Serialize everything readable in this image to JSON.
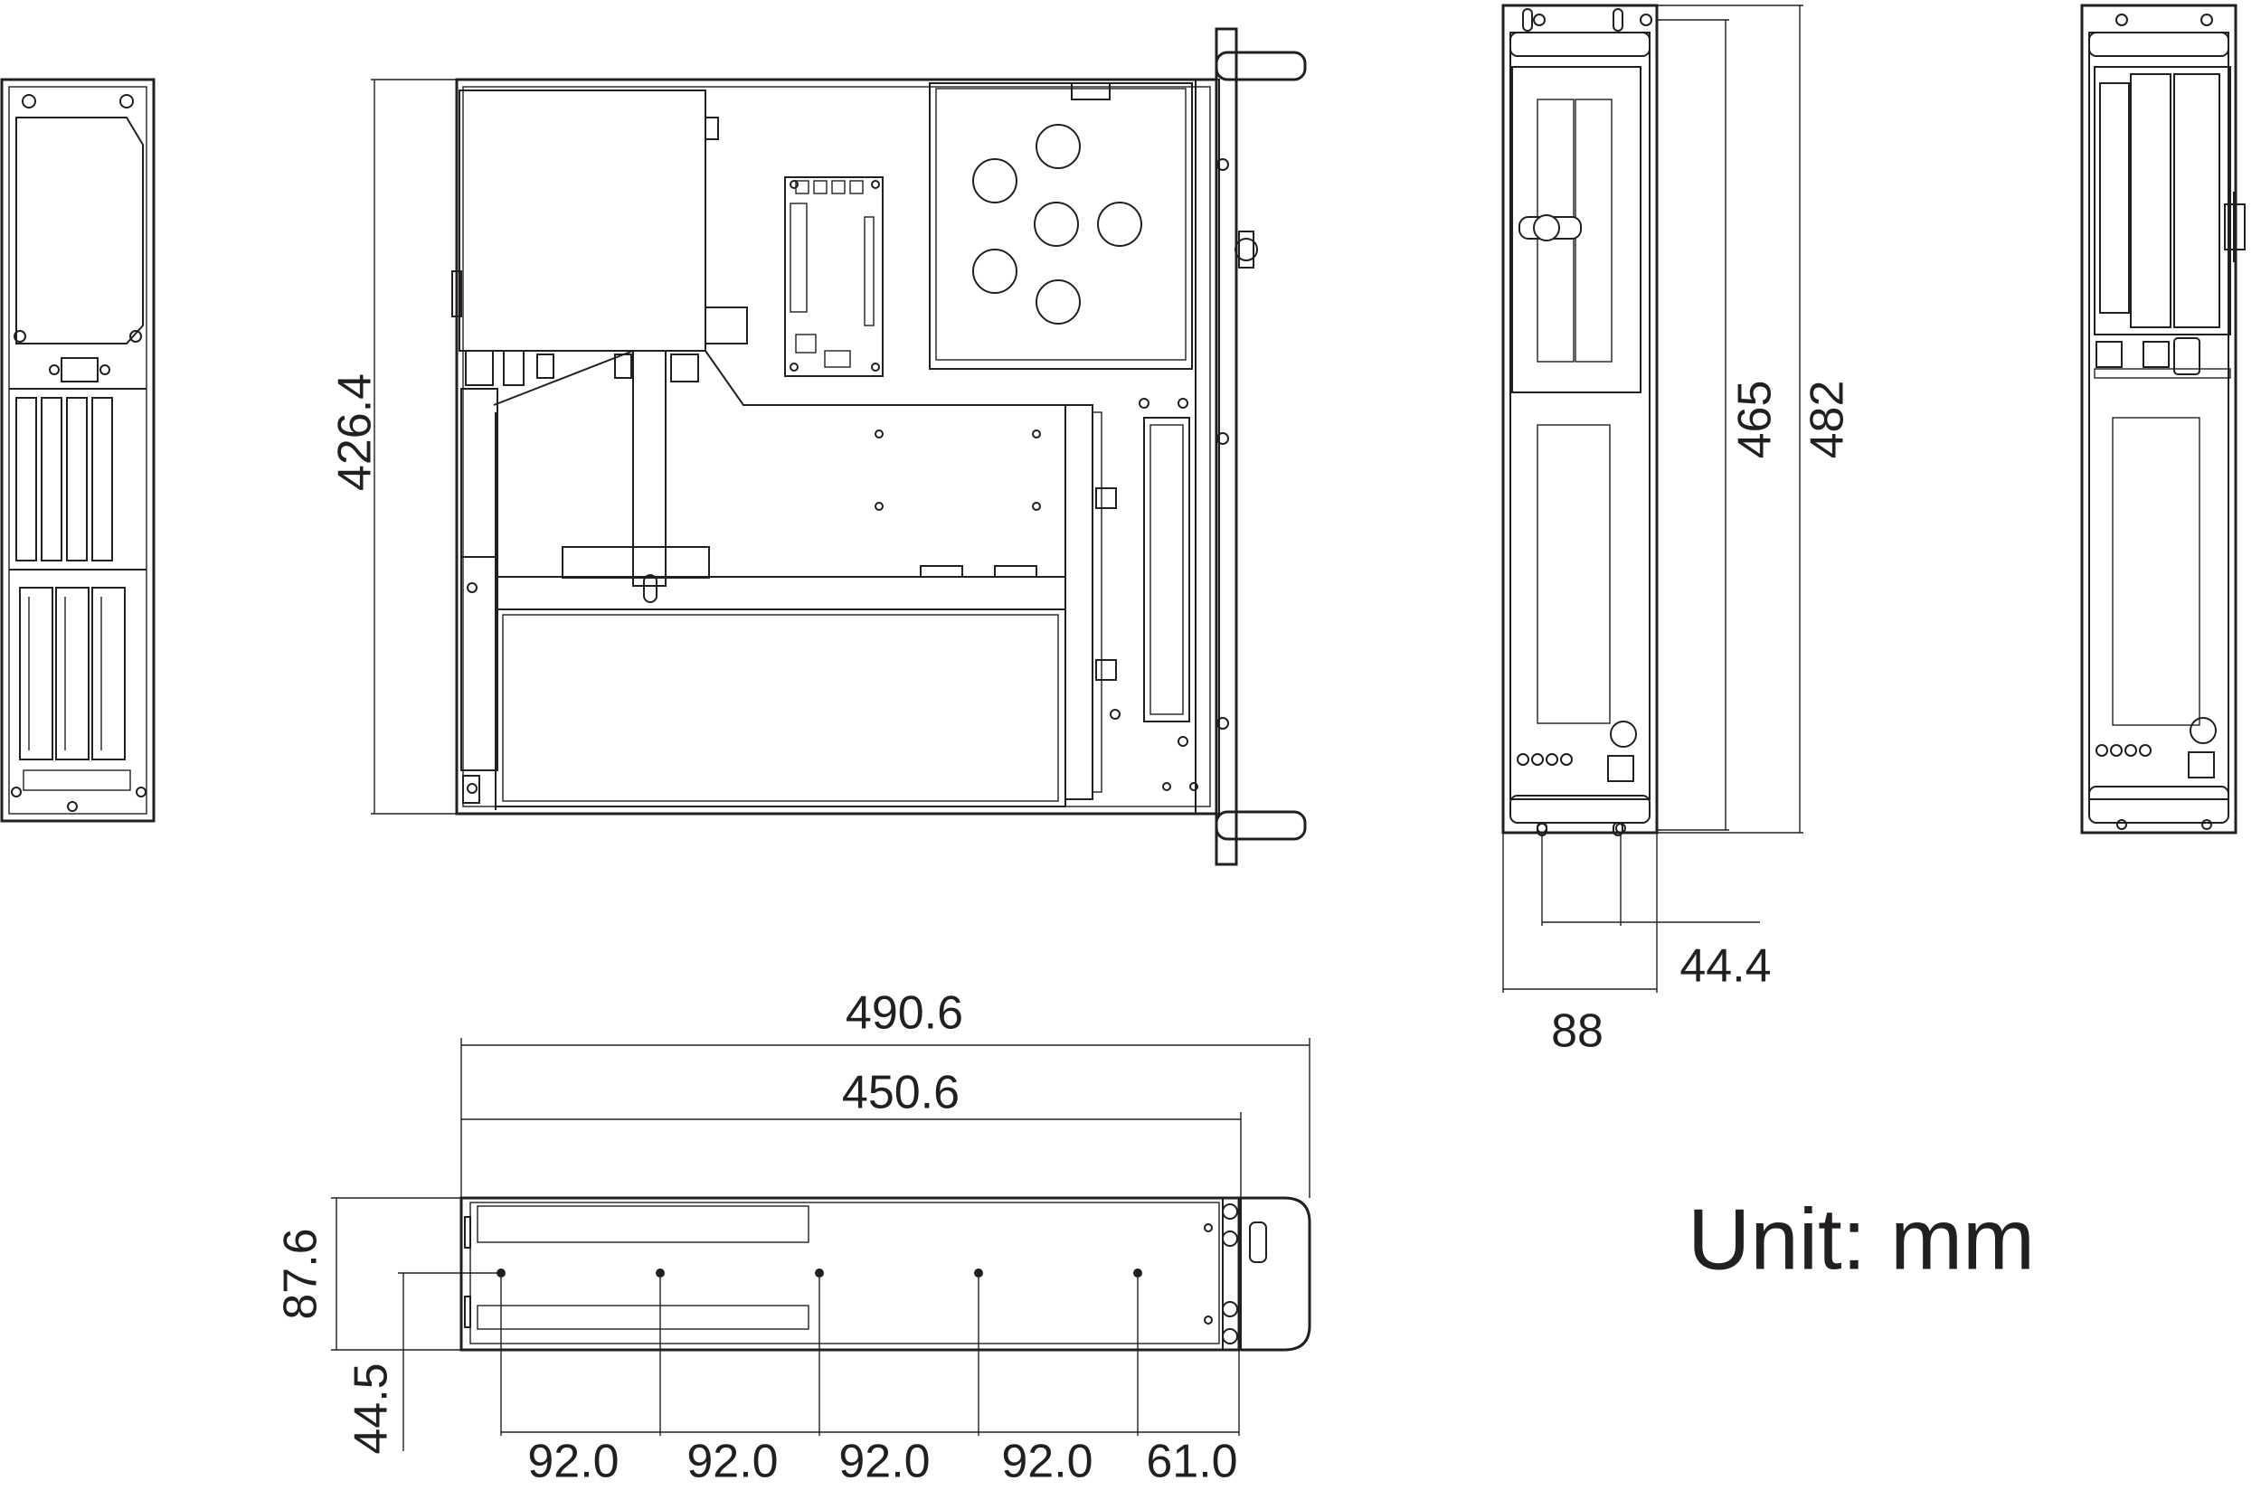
{
  "drawing": {
    "unit_label": "Unit: mm",
    "dimensions": {
      "top_depth": "426.4",
      "front_inner_height": "465",
      "front_outer_height": "482",
      "front_ear_spacing": "44.4",
      "front_width": "88",
      "side_total_length": "490.6",
      "side_body_length": "450.6",
      "side_height": "87.6",
      "side_hole_height": "44.5",
      "hole_pitch_1": "92.0",
      "hole_pitch_2": "92.0",
      "hole_pitch_3": "92.0",
      "hole_pitch_4": "92.0",
      "hole_end_offset": "61.0"
    }
  }
}
